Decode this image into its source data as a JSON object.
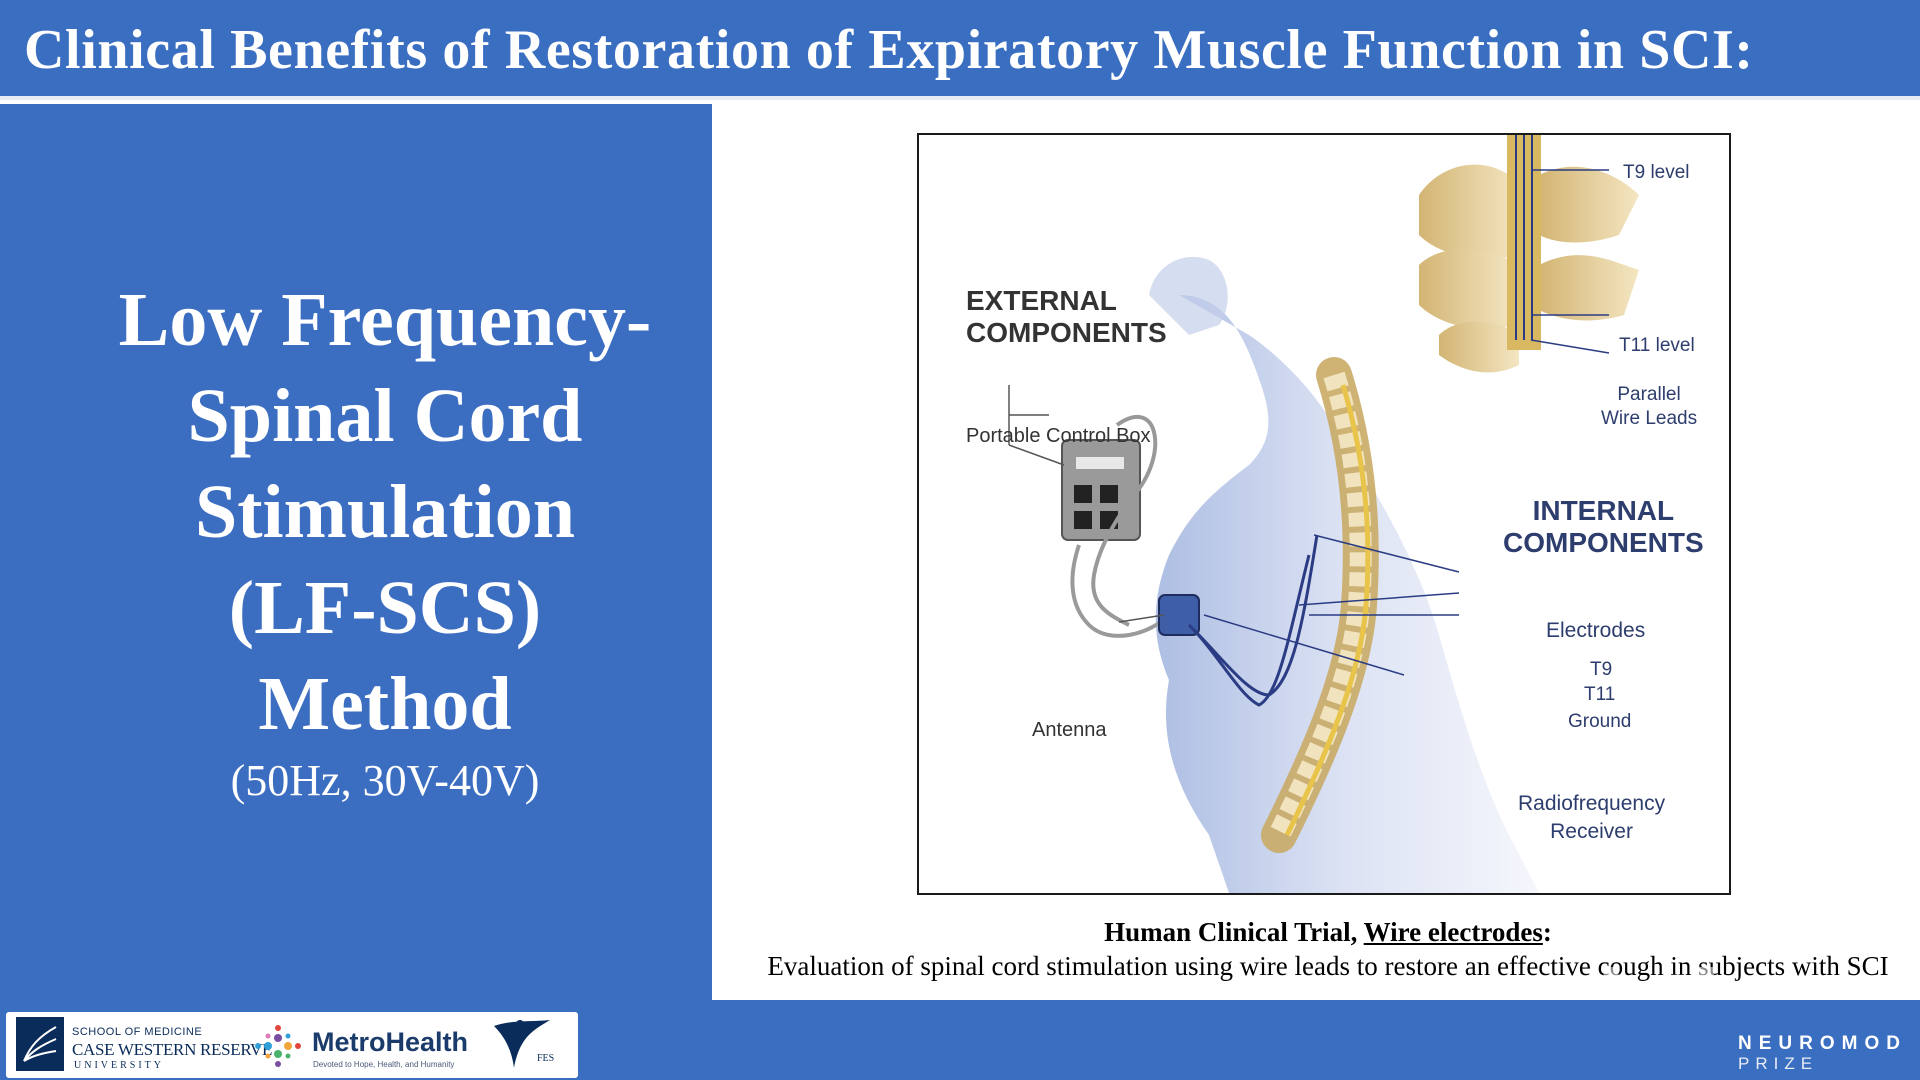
{
  "slide": {
    "title": "Clinical Benefits of Restoration of Expiratory Muscle Function in SCI:"
  },
  "left_panel": {
    "method_lines": [
      "Low Frequency-",
      "Spinal Cord",
      "Stimulation",
      "(LF-SCS)",
      "Method"
    ],
    "parameters": "(50Hz, 30V-40V)"
  },
  "figure": {
    "external_heading_line1": "EXTERNAL",
    "external_heading_line2": "COMPONENTS",
    "portable_control_box": "Portable Control Box",
    "antenna": "Antenna",
    "t9_level": "T9 level",
    "t11_level": "T11 level",
    "parallel_leads_line1": "Parallel",
    "parallel_leads_line2": "Wire Leads",
    "internal_heading_line1": "INTERNAL",
    "internal_heading_line2": "COMPONENTS",
    "electrodes": "Electrodes",
    "t9": "T9",
    "t11": "T11",
    "ground": "Ground",
    "rf_receiver_line1": "Radiofrequency",
    "rf_receiver_line2": "Receiver",
    "colors": {
      "label": "#2d3d6d",
      "spine": "#e3cfa0",
      "body": "#c9d4ec",
      "leads": "#2b3c84"
    }
  },
  "caption": {
    "heading_prefix": "Human Clinical Trial, ",
    "heading_underlined": "Wire electrodes",
    "heading_suffix": ":",
    "text": "Evaluation of spinal cord stimulation using wire leads to restore an effective cough in subjects with SCI"
  },
  "footer": {
    "cwru_school": "SCHOOL OF MEDICINE",
    "cwru_name": "CASE WESTERN RESERVE",
    "cwru_university": "UNIVERSITY",
    "metro_name": "MetroHealth",
    "metro_tagline": "Devoted to Hope, Health, and Humanity",
    "fes_text": "FES",
    "neuromod": "NEUROMOD",
    "prize": "PRIZE",
    "watermark": "hth."
  },
  "theme": {
    "primary_blue": "#3a6ec1",
    "white": "#ffffff"
  }
}
